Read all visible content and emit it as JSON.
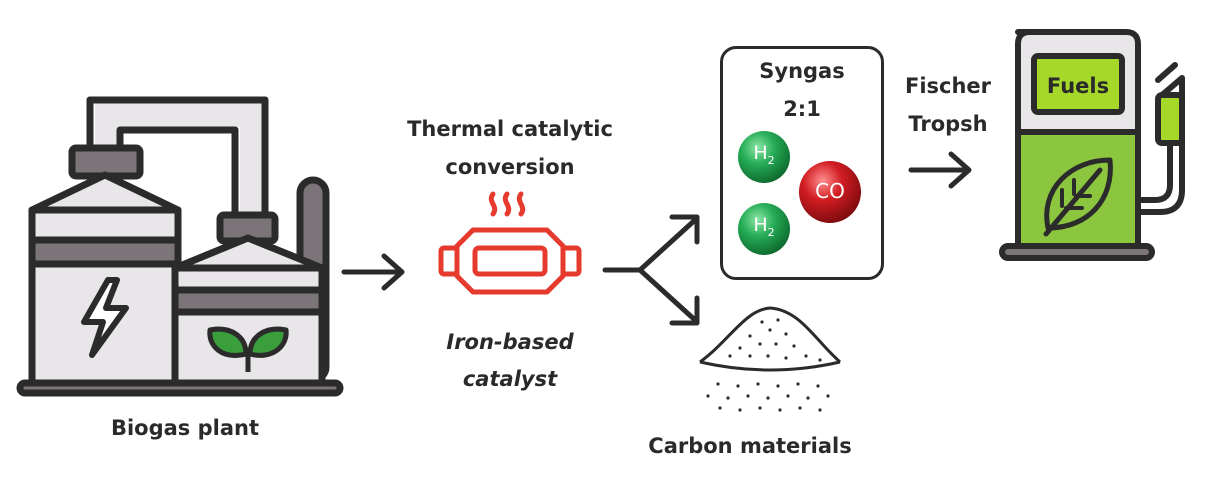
{
  "biogas": {
    "label": "Biogas plant",
    "icon": "biogas-plant-icon"
  },
  "conversion": {
    "title_line1": "Thermal catalytic",
    "title_line2": "conversion",
    "catalyst_line1": "Iron-based",
    "catalyst_line2": "catalyst",
    "icon": "heated-catalytic-converter-icon"
  },
  "syngas": {
    "title_line1": "Syngas",
    "title_line2": "2:1",
    "h2_label": "H",
    "h2_sub": "2",
    "co_label": "CO"
  },
  "carbon": {
    "label": "Carbon materials",
    "icon": "powder-pile-icon"
  },
  "process": {
    "line1": "Fischer",
    "line2": "Tropsh"
  },
  "fuels": {
    "label": "Fuels",
    "icon": "fuel-pump-leaf-icon"
  },
  "colors": {
    "outline": "#2b2b2b",
    "grey_dark": "#7b7479",
    "grey_light": "#e8e6e8",
    "red": "#e63a2e",
    "green_pump": "#8cc63f",
    "green_bright": "#a6d82a",
    "h2_green": "#1e9a4a",
    "co_red": "#c4161c"
  }
}
